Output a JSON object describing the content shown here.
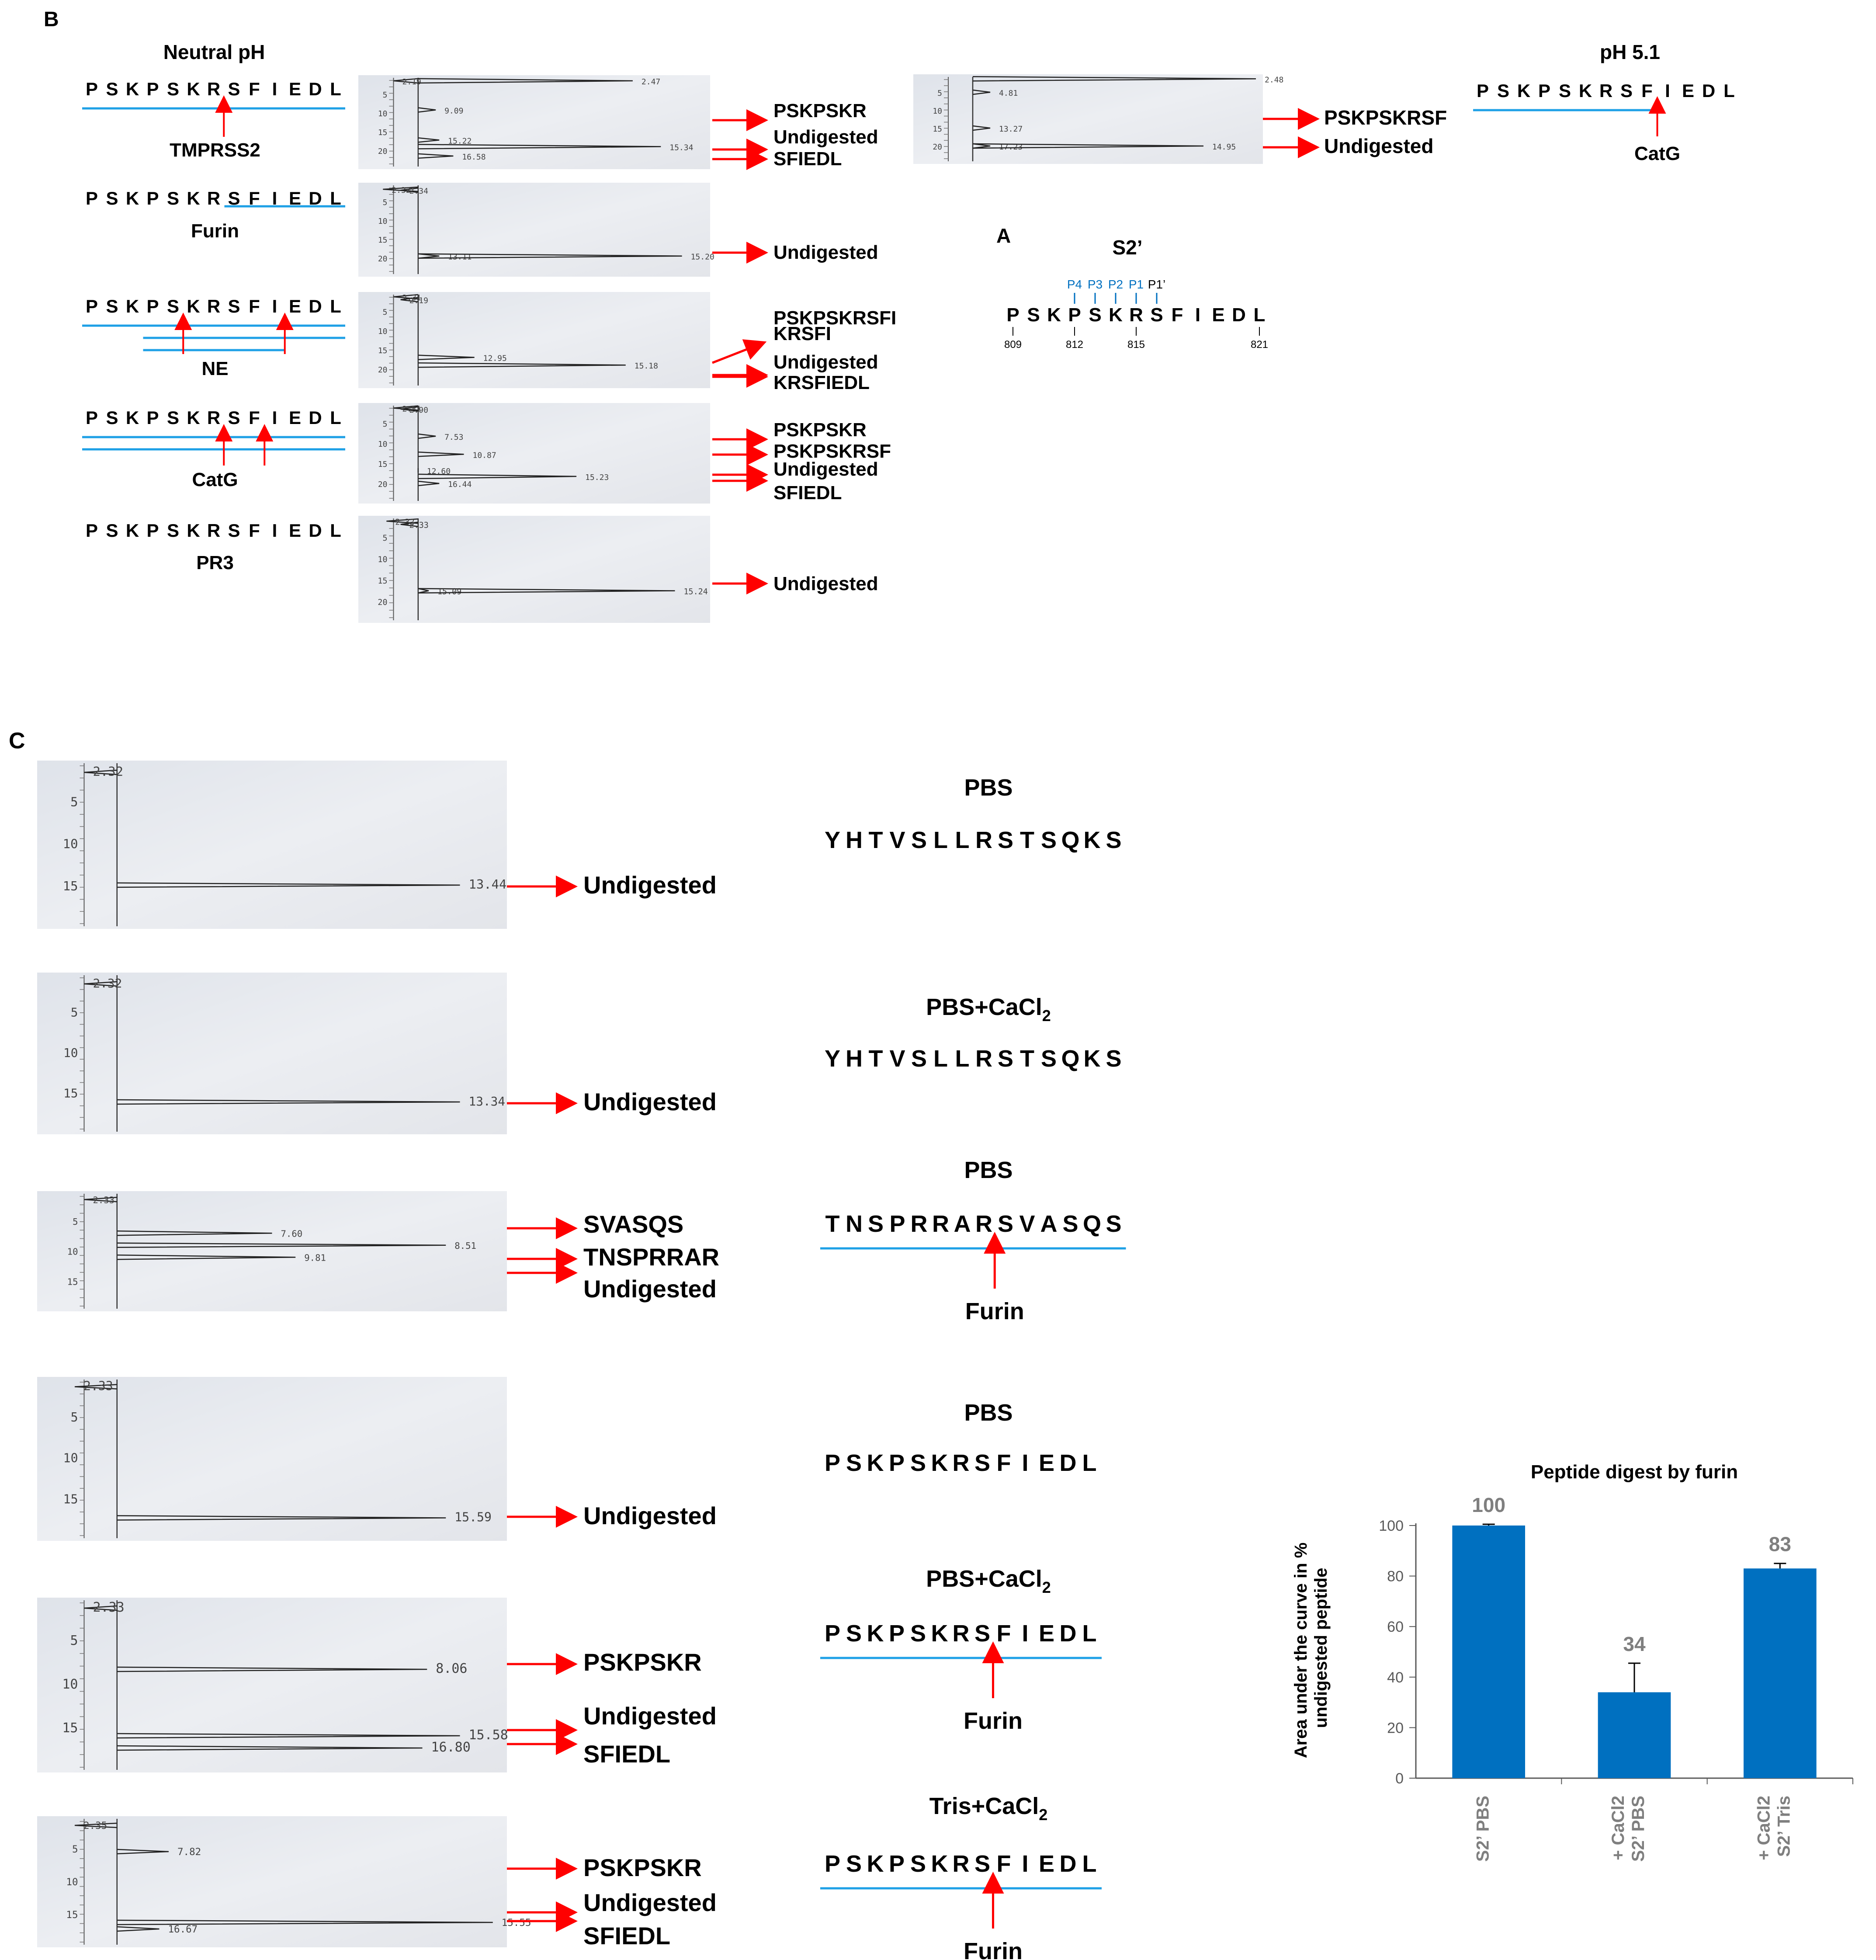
{
  "panel_b": {
    "label": "B",
    "neutral_title": "Neutral pH",
    "acid_title": "pH 5.1",
    "rows": [
      {
        "seq": [
          "P",
          "S",
          "K",
          "P",
          "S",
          "K",
          "R",
          "S",
          "F",
          "I",
          "E",
          "D",
          "L"
        ],
        "enzyme": "TMPRSS2",
        "peaks": [
          "2.47",
          "2.19",
          "9.09",
          "15.22",
          "15.34",
          "16.58"
        ],
        "products": [
          "PSKPSKR",
          "Undigested",
          "SFIEDL"
        ]
      },
      {
        "seq": [
          "P",
          "S",
          "K",
          "P",
          "S",
          "K",
          "R",
          "S",
          "F",
          "I",
          "E",
          "D",
          "L"
        ],
        "enzyme": "Furin",
        "peaks": [
          "2.32",
          "2.34",
          "13.11",
          "15.20"
        ],
        "products": [
          "Undigested"
        ]
      },
      {
        "seq": [
          "P",
          "S",
          "K",
          "P",
          "S",
          "K",
          "R",
          "S",
          "F",
          "I",
          "E",
          "D",
          "L"
        ],
        "enzyme": "NE",
        "peaks": [
          "2.31",
          "2.19",
          "12.95",
          "15.18"
        ],
        "products": [
          "PSKPSKRSFI",
          "KRSFI",
          "Undigested",
          "KRSFIEDL"
        ]
      },
      {
        "seq": [
          "P",
          "S",
          "K",
          "P",
          "S",
          "K",
          "R",
          "S",
          "F",
          "I",
          "E",
          "D",
          "L"
        ],
        "enzyme": "CatG",
        "peaks": [
          "2.31",
          "2.90",
          "7.53",
          "10.87",
          "12.60",
          "15.23",
          "16.44"
        ],
        "products": [
          "PSKPSKR",
          "PSKPSKRSF",
          "Undigested",
          "SFIEDL"
        ]
      },
      {
        "seq": [
          "P",
          "S",
          "K",
          "P",
          "S",
          "K",
          "R",
          "S",
          "F",
          "I",
          "E",
          "D",
          "L"
        ],
        "enzyme": "PR3",
        "peaks": [
          "2.32",
          "2.33",
          "15.09",
          "15.24"
        ],
        "products": [
          "Undigested"
        ]
      }
    ],
    "acid": {
      "seq": [
        "P",
        "S",
        "K",
        "P",
        "S",
        "K",
        "R",
        "S",
        "F",
        "I",
        "E",
        "D",
        "L"
      ],
      "enzyme": "CatG",
      "peaks": [
        "2.48",
        "4.81",
        "13.27",
        "17.23",
        "14.95"
      ],
      "products": [
        "PSKPSKRSF",
        "Undigested"
      ]
    },
    "y_ticks": [
      "5",
      "10",
      "15",
      "20"
    ]
  },
  "panel_a": {
    "label": "A",
    "title": "S2’",
    "positions": [
      "P4",
      "P3",
      "P2",
      "P1",
      "P1’"
    ],
    "seq": [
      "P",
      "S",
      "K",
      "P",
      "S",
      "K",
      "R",
      "S",
      "F",
      "I",
      "E",
      "D",
      "L"
    ],
    "numbers": [
      "809",
      "812",
      "815",
      "821"
    ]
  },
  "panel_c": {
    "label": "C",
    "rows": [
      {
        "peaks": [
          "2.32",
          "13.44"
        ],
        "products": [
          "Undigested"
        ],
        "buffer": "PBS",
        "buffer_sub": "",
        "seq": "YHTVSLLRSTSQKS",
        "enzyme": ""
      },
      {
        "peaks": [
          "2.32",
          "13.34"
        ],
        "products": [
          "Undigested"
        ],
        "buffer": "PBS+CaCl",
        "buffer_sub": "2",
        "seq": "YHTVSLLRSTSQKS",
        "enzyme": ""
      },
      {
        "peaks": [
          "2.33",
          "7.60",
          "8.51",
          "9.81"
        ],
        "products": [
          "SVASQS",
          "TNSPRRAR",
          "Undigested"
        ],
        "buffer": "PBS",
        "buffer_sub": "",
        "seq": "TNSPRRARSVASQS",
        "enzyme": "Furin"
      },
      {
        "peaks": [
          "2.33",
          "15.59"
        ],
        "products": [
          "Undigested"
        ],
        "buffer": "PBS",
        "buffer_sub": "",
        "seq": "PSKPSKRSFIEDL",
        "enzyme": ""
      },
      {
        "peaks": [
          "2.33",
          "8.06",
          "15.58",
          "16.80"
        ],
        "products": [
          "PSKPSKR",
          "Undigested",
          "SFIEDL"
        ],
        "buffer": "PBS+CaCl",
        "buffer_sub": "2",
        "seq": "PSKPSKRSFIEDL",
        "enzyme": "Furin"
      },
      {
        "peaks": [
          "2.35",
          "7.82",
          "15.55",
          "16.67"
        ],
        "products": [
          "PSKPSKR",
          "Undigested",
          "SFIEDL"
        ],
        "buffer": "Tris+CaCl",
        "buffer_sub": "2",
        "seq": "PSKPSKRSFIEDL",
        "enzyme": "Furin"
      }
    ],
    "y_ticks": [
      "5",
      "10",
      "15"
    ]
  },
  "chart_data": {
    "type": "bar",
    "title": "Peptide digest by furin",
    "categories": [
      "S2’ PBS",
      "S2’ PBS + CaCl2",
      "S2’ Tris + CaCl2"
    ],
    "values": [
      100,
      34,
      83
    ],
    "errors": [
      0.5,
      11.5,
      2
    ],
    "data_labels": [
      "100",
      "34",
      "83"
    ],
    "ylabel": "Area under the curve in % undigested peptide",
    "xlabel": "",
    "ylim": [
      0,
      100
    ],
    "yticks": [
      0,
      20,
      40,
      60,
      80,
      100
    ],
    "bar_color": "#0070c0",
    "label_color": "#7f7f7f"
  },
  "colors": {
    "arrow": "#ff0000",
    "fragment": "#1ea0e6",
    "chrom_bg": "#e6e9ef",
    "position_blue": "#0070c0"
  }
}
